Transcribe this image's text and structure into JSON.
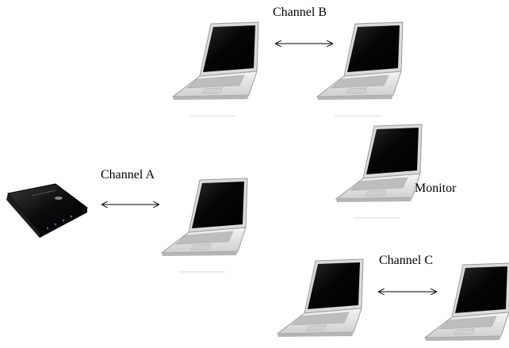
{
  "diagram": {
    "labels": {
      "channel_a": "Channel A",
      "channel_b": "Channel B",
      "channel_c": "Channel C",
      "monitor": "Monitor"
    },
    "nodes": [
      {
        "id": "router",
        "kind": "router-icon"
      },
      {
        "id": "laptop-a",
        "kind": "laptop-icon"
      },
      {
        "id": "laptop-b1",
        "kind": "laptop-icon"
      },
      {
        "id": "laptop-b2",
        "kind": "laptop-icon"
      },
      {
        "id": "laptop-monitor",
        "kind": "laptop-icon"
      },
      {
        "id": "laptop-c1",
        "kind": "laptop-icon"
      },
      {
        "id": "laptop-c2",
        "kind": "laptop-icon"
      }
    ],
    "links": [
      {
        "from": "router",
        "to": "laptop-a",
        "style": "double-arrow"
      },
      {
        "from": "laptop-b1",
        "to": "laptop-b2",
        "style": "double-arrow"
      },
      {
        "from": "laptop-c1",
        "to": "laptop-c2",
        "style": "double-arrow"
      }
    ],
    "colors": {
      "screen": "#0a0a0a",
      "body": "#e6e6e6",
      "router": "#111111",
      "router_led": "#3a7bd5",
      "arrow": "#000000"
    }
  }
}
